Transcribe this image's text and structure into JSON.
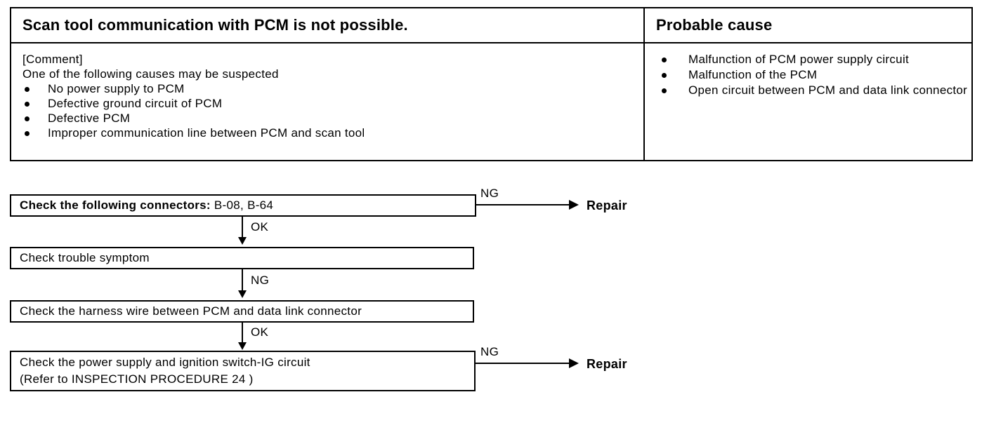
{
  "symptom_table": {
    "headers": {
      "left": "Scan tool communication with PCM is  not possible.",
      "right": "Probable cause"
    },
    "left_cell": {
      "comment_tag": "[Comment]",
      "intro": "One of the following causes may be suspected",
      "causes": [
        "No  power  supply  to  PCM",
        "Defective  ground  circuit  of  PCM",
        "Defective  PCM",
        "Improper  communication  line  between  PCM  and  scan  tool"
      ]
    },
    "right_cell": {
      "probable_causes": [
        "Malfunction  of  PCM  power  supply  circuit",
        "Malfunction  of  the  PCM",
        "Open circuit between PCM and data link connector"
      ]
    }
  },
  "flowchart": {
    "steps": [
      {
        "id": "step-1",
        "label_bold": "Check the following connectors:",
        "label_rest": " B-08, B-64"
      },
      {
        "id": "step-2",
        "label": "Check trouble symptom"
      },
      {
        "id": "step-3",
        "label": "Check the harness wire between PCM and data link connector"
      },
      {
        "id": "step-4",
        "line1": "Check the power supply and ignition switch-IG circuit",
        "line2": "(Refer to INSPECTION PROCEDURE 24 )"
      }
    ],
    "edge_labels": {
      "branch_1": "NG",
      "down_1": "OK",
      "down_2": "NG",
      "down_3": "OK",
      "branch_4": "NG"
    },
    "results": {
      "repair_1": "Repair",
      "repair_2": "Repair"
    }
  },
  "colors": {
    "ink": "#000000",
    "paper": "#ffffff"
  }
}
